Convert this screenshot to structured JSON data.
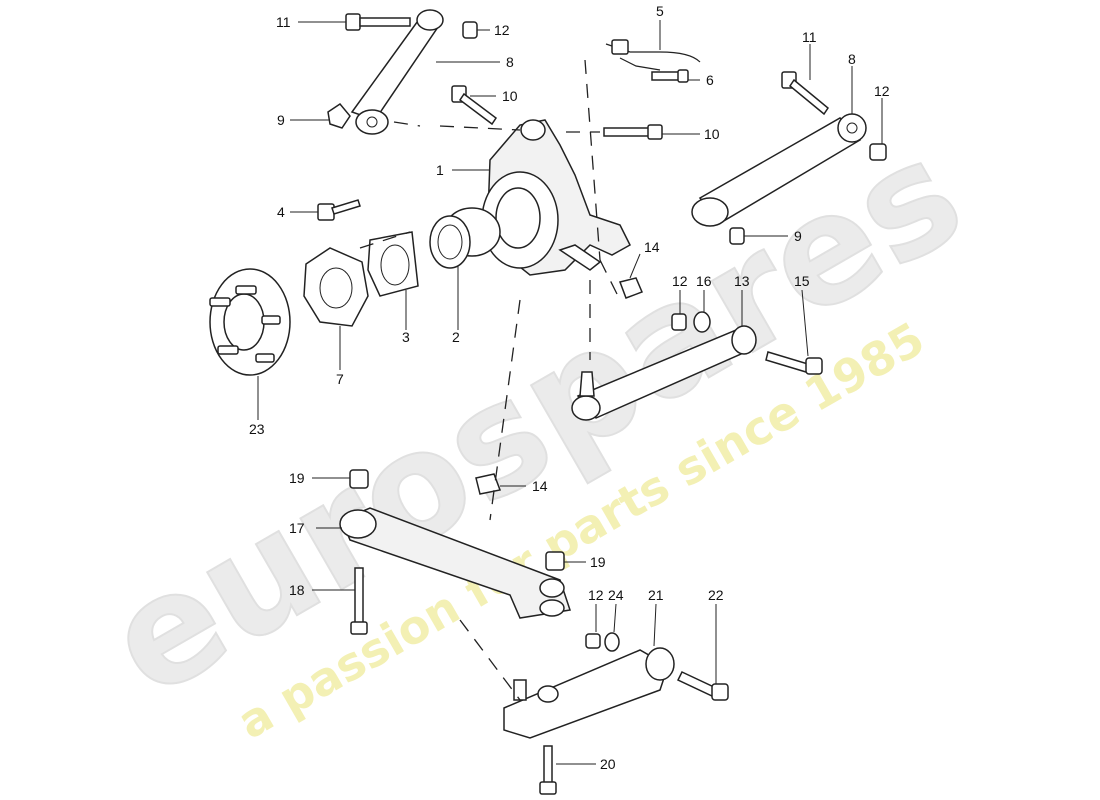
{
  "watermark": {
    "brand": "eurospares",
    "tagline": "a passion for parts since 1985"
  },
  "callouts": {
    "n1": "1",
    "n2": "2",
    "n3": "3",
    "n4": "4",
    "n5": "5",
    "n6": "6",
    "n7": "7",
    "n8a": "8",
    "n8b": "8",
    "n9a": "9",
    "n9b": "9",
    "n10a": "10",
    "n10b": "10",
    "n11a": "11",
    "n11b": "11",
    "n12a": "12",
    "n12b": "12",
    "n12c": "12",
    "n12d": "12",
    "n13": "13",
    "n14a": "14",
    "n14b": "14",
    "n15": "15",
    "n16": "16",
    "n17": "17",
    "n18": "18",
    "n19a": "19",
    "n19b": "19",
    "n20": "20",
    "n21": "21",
    "n22": "22",
    "n23": "23",
    "n24": "24"
  }
}
